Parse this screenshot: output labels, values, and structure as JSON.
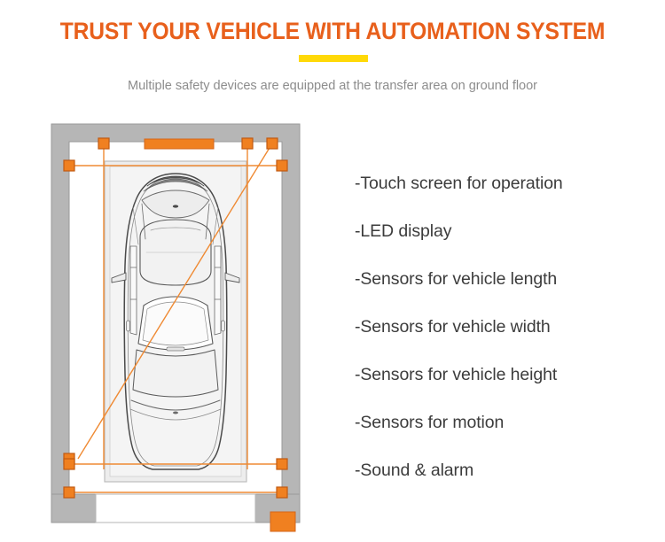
{
  "header": {
    "title": "TRUST YOUR VEHICLE WITH AUTOMATION SYSTEM",
    "subtitle": "Multiple safety devices are equipped at the transfer area on ground floor",
    "title_color": "#e8601c",
    "divider_color": "#ffd908",
    "subtitle_color": "#8d8d8d"
  },
  "features": [
    {
      "label": "-Touch screen for operation"
    },
    {
      "label": "-LED display"
    },
    {
      "label": "-Sensors for vehicle length"
    },
    {
      "label": "-Sensors for vehicle width"
    },
    {
      "label": "-Sensors for vehicle height"
    },
    {
      "label": "-Sensors for motion"
    },
    {
      "label": "-Sound & alarm"
    }
  ],
  "diagram": {
    "name": "parking-transfer-area-plan",
    "colors": {
      "wall": "#b6b6b6",
      "wall_stroke": "#8f8f8f",
      "platform": "#ededed",
      "platform_stroke": "#b9b9b9",
      "sensor": "#f08020",
      "sensor_stroke": "#d4661a",
      "beam": "#ef8a33",
      "car_outline": "#4a4a4a",
      "car_fill": "#f2f2f2",
      "background": "#ffffff"
    },
    "elements": {
      "led_display": "orange-bar-top",
      "touch_screen": "orange-block-bottom-right",
      "sensor_count": 10,
      "beam_lines": [
        "horizontal-top",
        "horizontal-bottom",
        "horizontal-lower",
        "vertical-left",
        "vertical-right",
        "diagonal"
      ]
    }
  }
}
